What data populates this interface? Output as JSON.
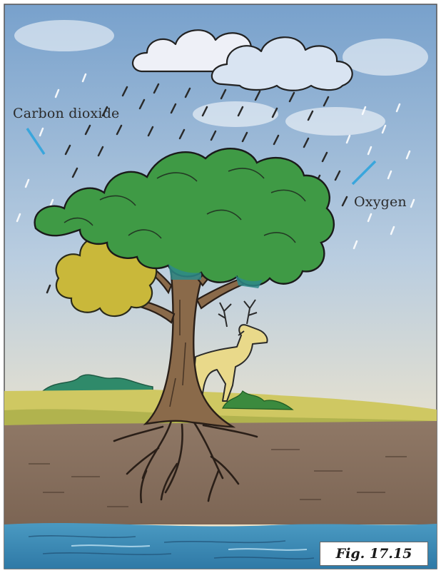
{
  "labels": {
    "carbon_dioxide": "Carbon dioxide",
    "oxygen": "Oxygen"
  },
  "figure_caption": "Fig. 17.15",
  "colors": {
    "sky_top": "#7fa6cf",
    "sky_bottom": "#efe6cf",
    "foliage": "#3f9a45",
    "foliage_light": "#c9b83a",
    "trunk": "#8a6a4a",
    "soil": "#8a7462",
    "grass": "#c7c25a",
    "water": "#3f8fb8",
    "co2_arrow": "#3aa6dc",
    "o2_arrow": "#3aa6dc"
  },
  "icons": {
    "cloud": "cloud-icon",
    "deer": "deer-icon",
    "tree": "tree-icon"
  }
}
